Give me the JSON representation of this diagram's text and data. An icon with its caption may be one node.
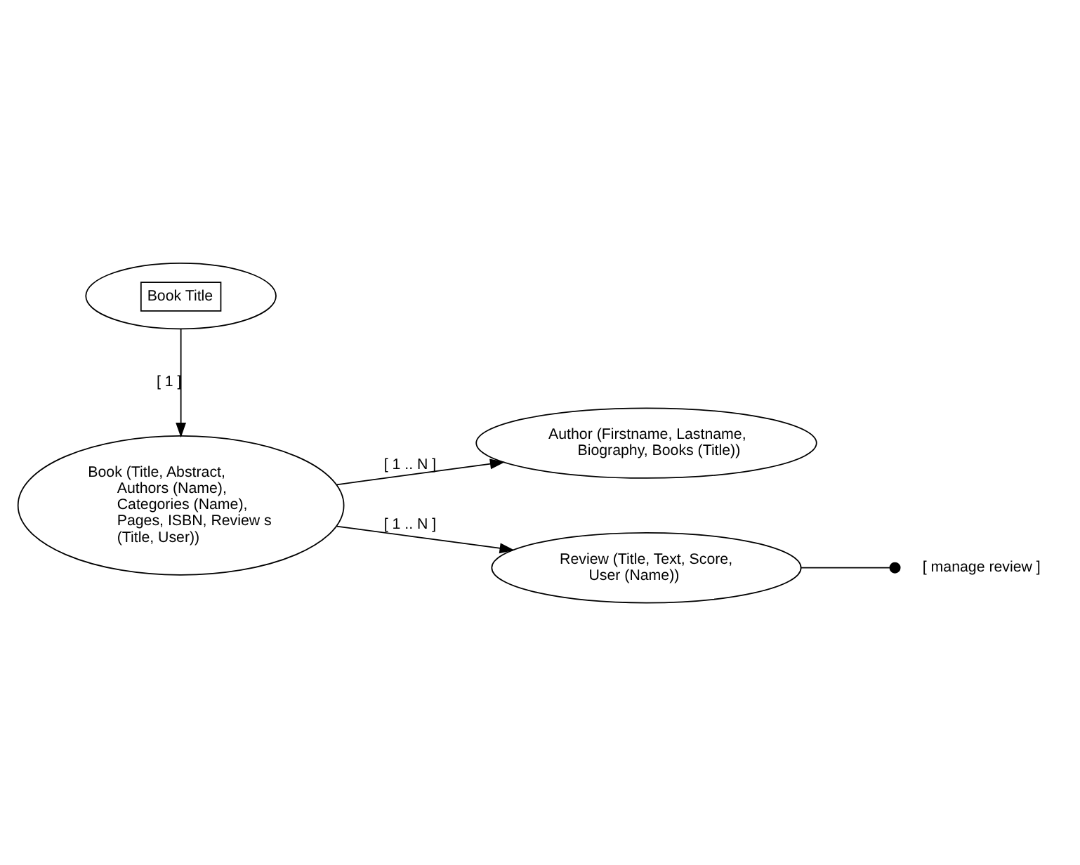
{
  "diagram": {
    "nodes": [
      {
        "text": [
          "Book Title"
        ]
      },
      {
        "text": [
          "Book (Title, Abstract, Authors (Name), Categories (Name), Pages, ISBN, Review s (Title, User))"
        ]
      },
      {
        "text": [
          "Author (Firstname, Lastname, Biography, Books (Title))"
        ]
      },
      {
        "text": [
          "Review (Title, Text, Score, User (Name))"
        ]
      },
      {
        "text": [
          "[ manage review ]"
        ]
      }
    ],
    "edges": [
      {
        "from": 0,
        "to": 1,
        "arrow": "to",
        "label": "[ 1 ]"
      },
      {
        "from": 1,
        "to": 2,
        "arrow": "to",
        "label": "[ 1 .. N ]"
      },
      {
        "from": 1,
        "to": 3,
        "arrow": "to",
        "label": "[ 1 .. N ]"
      },
      {
        "from": 3,
        "to": 4,
        "arrow": "other"
      }
    ]
  }
}
